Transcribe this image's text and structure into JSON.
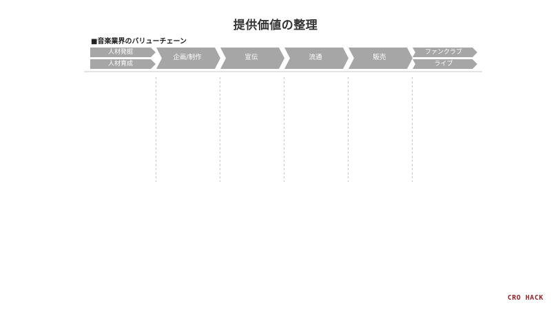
{
  "title": "提供価値の整理",
  "subtitle": "■音楽業界のバリューチェーン",
  "chain": {
    "stage1_top": "人材発掘",
    "stage1_bottom": "人材育成",
    "stage2": "企画/制作",
    "stage3": "宣伝",
    "stage4": "流通",
    "stage5": "販売",
    "stage6_top": "ファンクラブ",
    "stage6_bottom": "ライブ"
  },
  "colors": {
    "arrow_fill": "#a6a6a6",
    "divider": "#c8c8c8",
    "logo": "#9b2328"
  },
  "logo": "CRO HACK"
}
